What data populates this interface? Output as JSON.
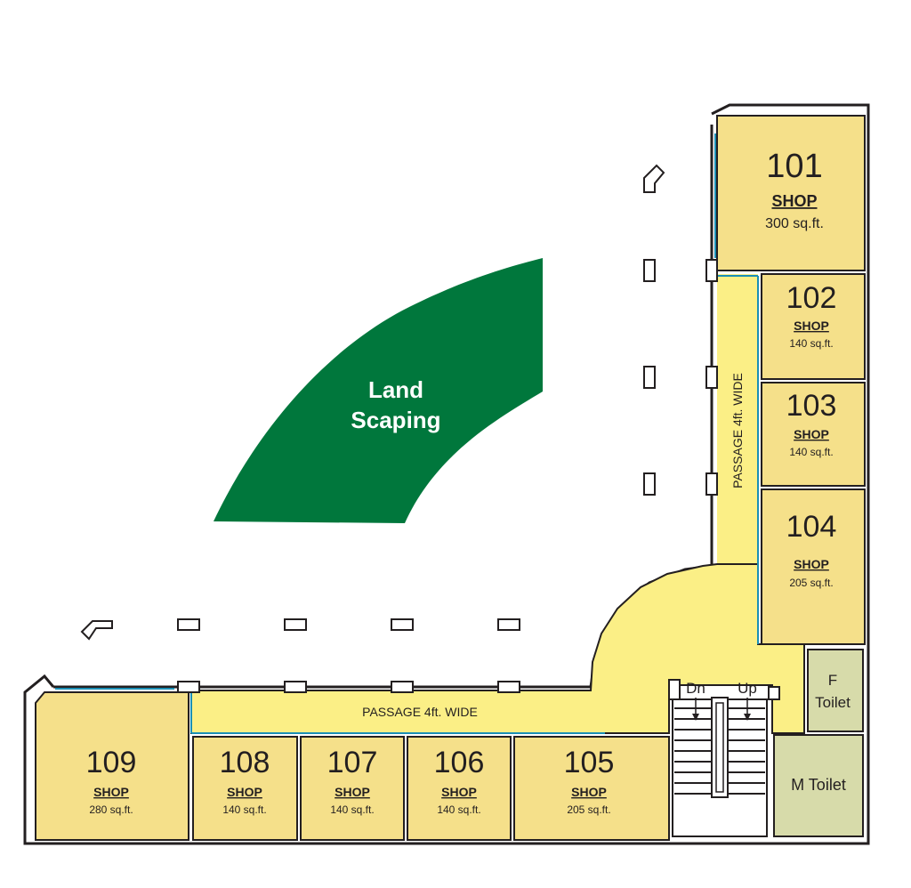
{
  "landscape": {
    "line1": "Land",
    "line2": "Scaping"
  },
  "passages": {
    "vertical": "PASSAGE 4ft. WIDE",
    "horizontal": "PASSAGE 4ft. WIDE"
  },
  "stairs": {
    "down": "Dn",
    "up": "Up"
  },
  "toilets": {
    "female_line1": "F",
    "female_line2": "Toilet",
    "male": "M Toilet"
  },
  "shops": [
    {
      "number": "101",
      "type": "SHOP",
      "area": "300 sq.ft."
    },
    {
      "number": "102",
      "type": "SHOP",
      "area": "140 sq.ft."
    },
    {
      "number": "103",
      "type": "SHOP",
      "area": "140 sq.ft."
    },
    {
      "number": "104",
      "type": "SHOP",
      "area": "205 sq.ft."
    },
    {
      "number": "105",
      "type": "SHOP",
      "area": "205 sq.ft."
    },
    {
      "number": "106",
      "type": "SHOP",
      "area": "140 sq.ft."
    },
    {
      "number": "107",
      "type": "SHOP",
      "area": "140 sq.ft."
    },
    {
      "number": "108",
      "type": "SHOP",
      "area": "140 sq.ft."
    },
    {
      "number": "109",
      "type": "SHOP",
      "area": "280 sq.ft."
    }
  ],
  "colors": {
    "shop_fill": "#f5e08a",
    "passage_fill": "#fbef86",
    "toilet_fill": "#d7dbaa",
    "landscape_fill": "#00773c",
    "wall": "#231f20",
    "glass": "#1a8fb5"
  }
}
